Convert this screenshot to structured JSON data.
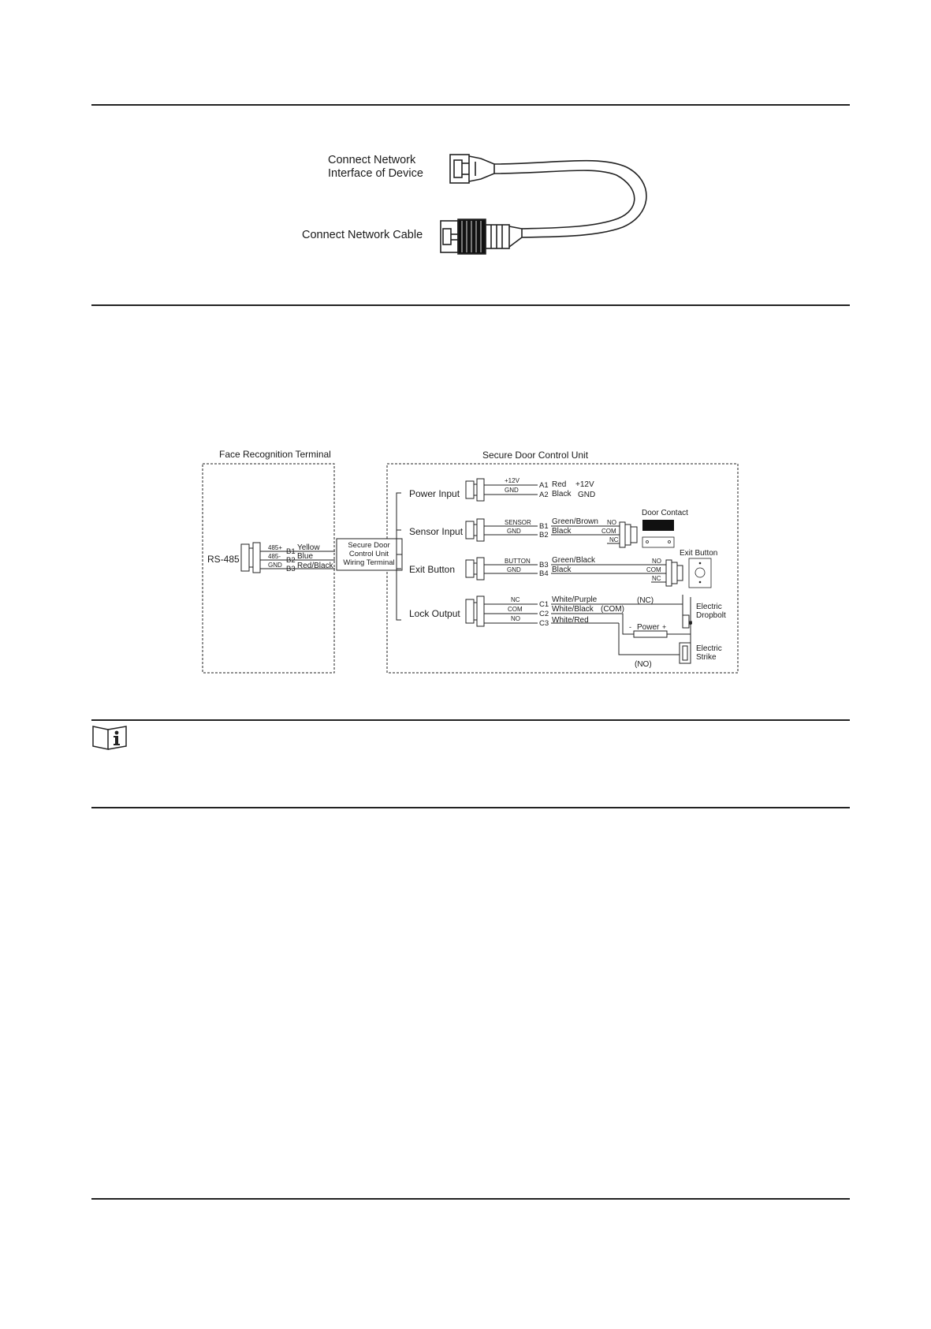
{
  "colors": {
    "line": "#222222",
    "background": "#ffffff"
  },
  "cable": {
    "device_label_line1": "Connect Network",
    "device_label_line2": "Interface of Device",
    "cable_label": "Connect Network Cable"
  },
  "wiring": {
    "terminal_title": "Face Recognition Terminal",
    "unit_title": "Secure Door Control Unit",
    "rs485": {
      "label": "RS-485",
      "pins": [
        "485+",
        "485-",
        "GND"
      ],
      "terminals": [
        "B1",
        "B2",
        "B3"
      ],
      "wires": [
        "Yellow",
        "Blue",
        "Red/Black"
      ]
    },
    "wiring_terminal": [
      "Secure Door",
      "Control Unit",
      "Wiring Terminal"
    ],
    "power_input": {
      "label": "Power Input",
      "pins": [
        "+12V",
        "GND"
      ],
      "terminals": [
        "A1",
        "A2"
      ],
      "wires": [
        "Red",
        "Black"
      ],
      "targets": [
        "+12V",
        "GND"
      ]
    },
    "sensor_input": {
      "label": "Sensor Input",
      "pins": [
        "SENSOR",
        "GND"
      ],
      "terminals": [
        "B1",
        "B2"
      ],
      "wires": [
        "Green/Brown",
        "Black"
      ],
      "contacts": [
        "NO",
        "COM",
        "NC"
      ],
      "device": "Door Contact"
    },
    "exit_button": {
      "label": "Exit Button",
      "pins": [
        "BUTTON",
        "GND"
      ],
      "terminals": [
        "B3",
        "B4"
      ],
      "wires": [
        "Green/Black",
        "Black"
      ],
      "contacts": [
        "NO",
        "COM",
        "NC"
      ],
      "device": "Exit Button"
    },
    "lock_output": {
      "label": "Lock Output",
      "pins": [
        "NC",
        "COM",
        "NO"
      ],
      "terminals": [
        "C1",
        "C2",
        "C3"
      ],
      "wires": [
        "White/Purple",
        "White/Black",
        "White/Red"
      ],
      "nc_tag": "(NC)",
      "com_tag": "(COM)",
      "no_tag": "(NO)",
      "power": "Power",
      "dropbolt_line1": "Electric",
      "dropbolt_line2": "Dropbolt",
      "strike_line1": "Electric",
      "strike_line2": "Strike"
    }
  },
  "note": {
    "icon": "info-book-icon"
  }
}
